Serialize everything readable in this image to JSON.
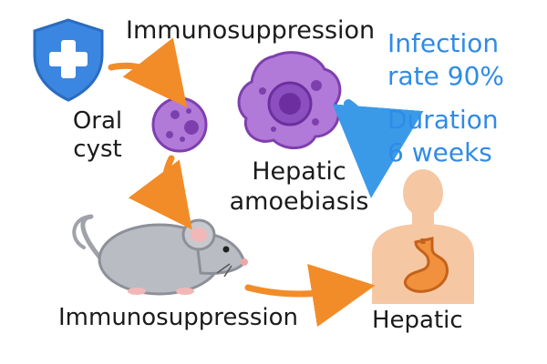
{
  "labels": {
    "immunosuppression_top": "Immunosuppression",
    "oral_cyst_line1": "Oral",
    "oral_cyst_line2": "cyst",
    "hepatic_amoebiasis_line1": "Hepatic",
    "hepatic_amoebiasis_line2": "amoebiasis",
    "infection_line1": "Infection",
    "infection_line2": "rate 90%",
    "duration_line1": "Duration",
    "duration_line2": "6 weeks",
    "immunosuppression_bottom": "Immunosuppression",
    "hepatic": "Hepatic"
  },
  "icons": [
    "shield-cross-icon",
    "cyst-cell-icon",
    "amoeba-icon",
    "mouse-icon",
    "human-torso-icon",
    "liver-organ-icon"
  ],
  "colors": {
    "arrow_orange": "#f28c28",
    "arrow_blue": "#3a9ae8",
    "text_blue": "#2f8be6",
    "shield_blue": "#3b86e0",
    "cell_purple": "#9b59c6",
    "mouse_gray": "#b9bcc3",
    "skin": "#f6c7a3",
    "organ_orange": "#f2913d"
  }
}
